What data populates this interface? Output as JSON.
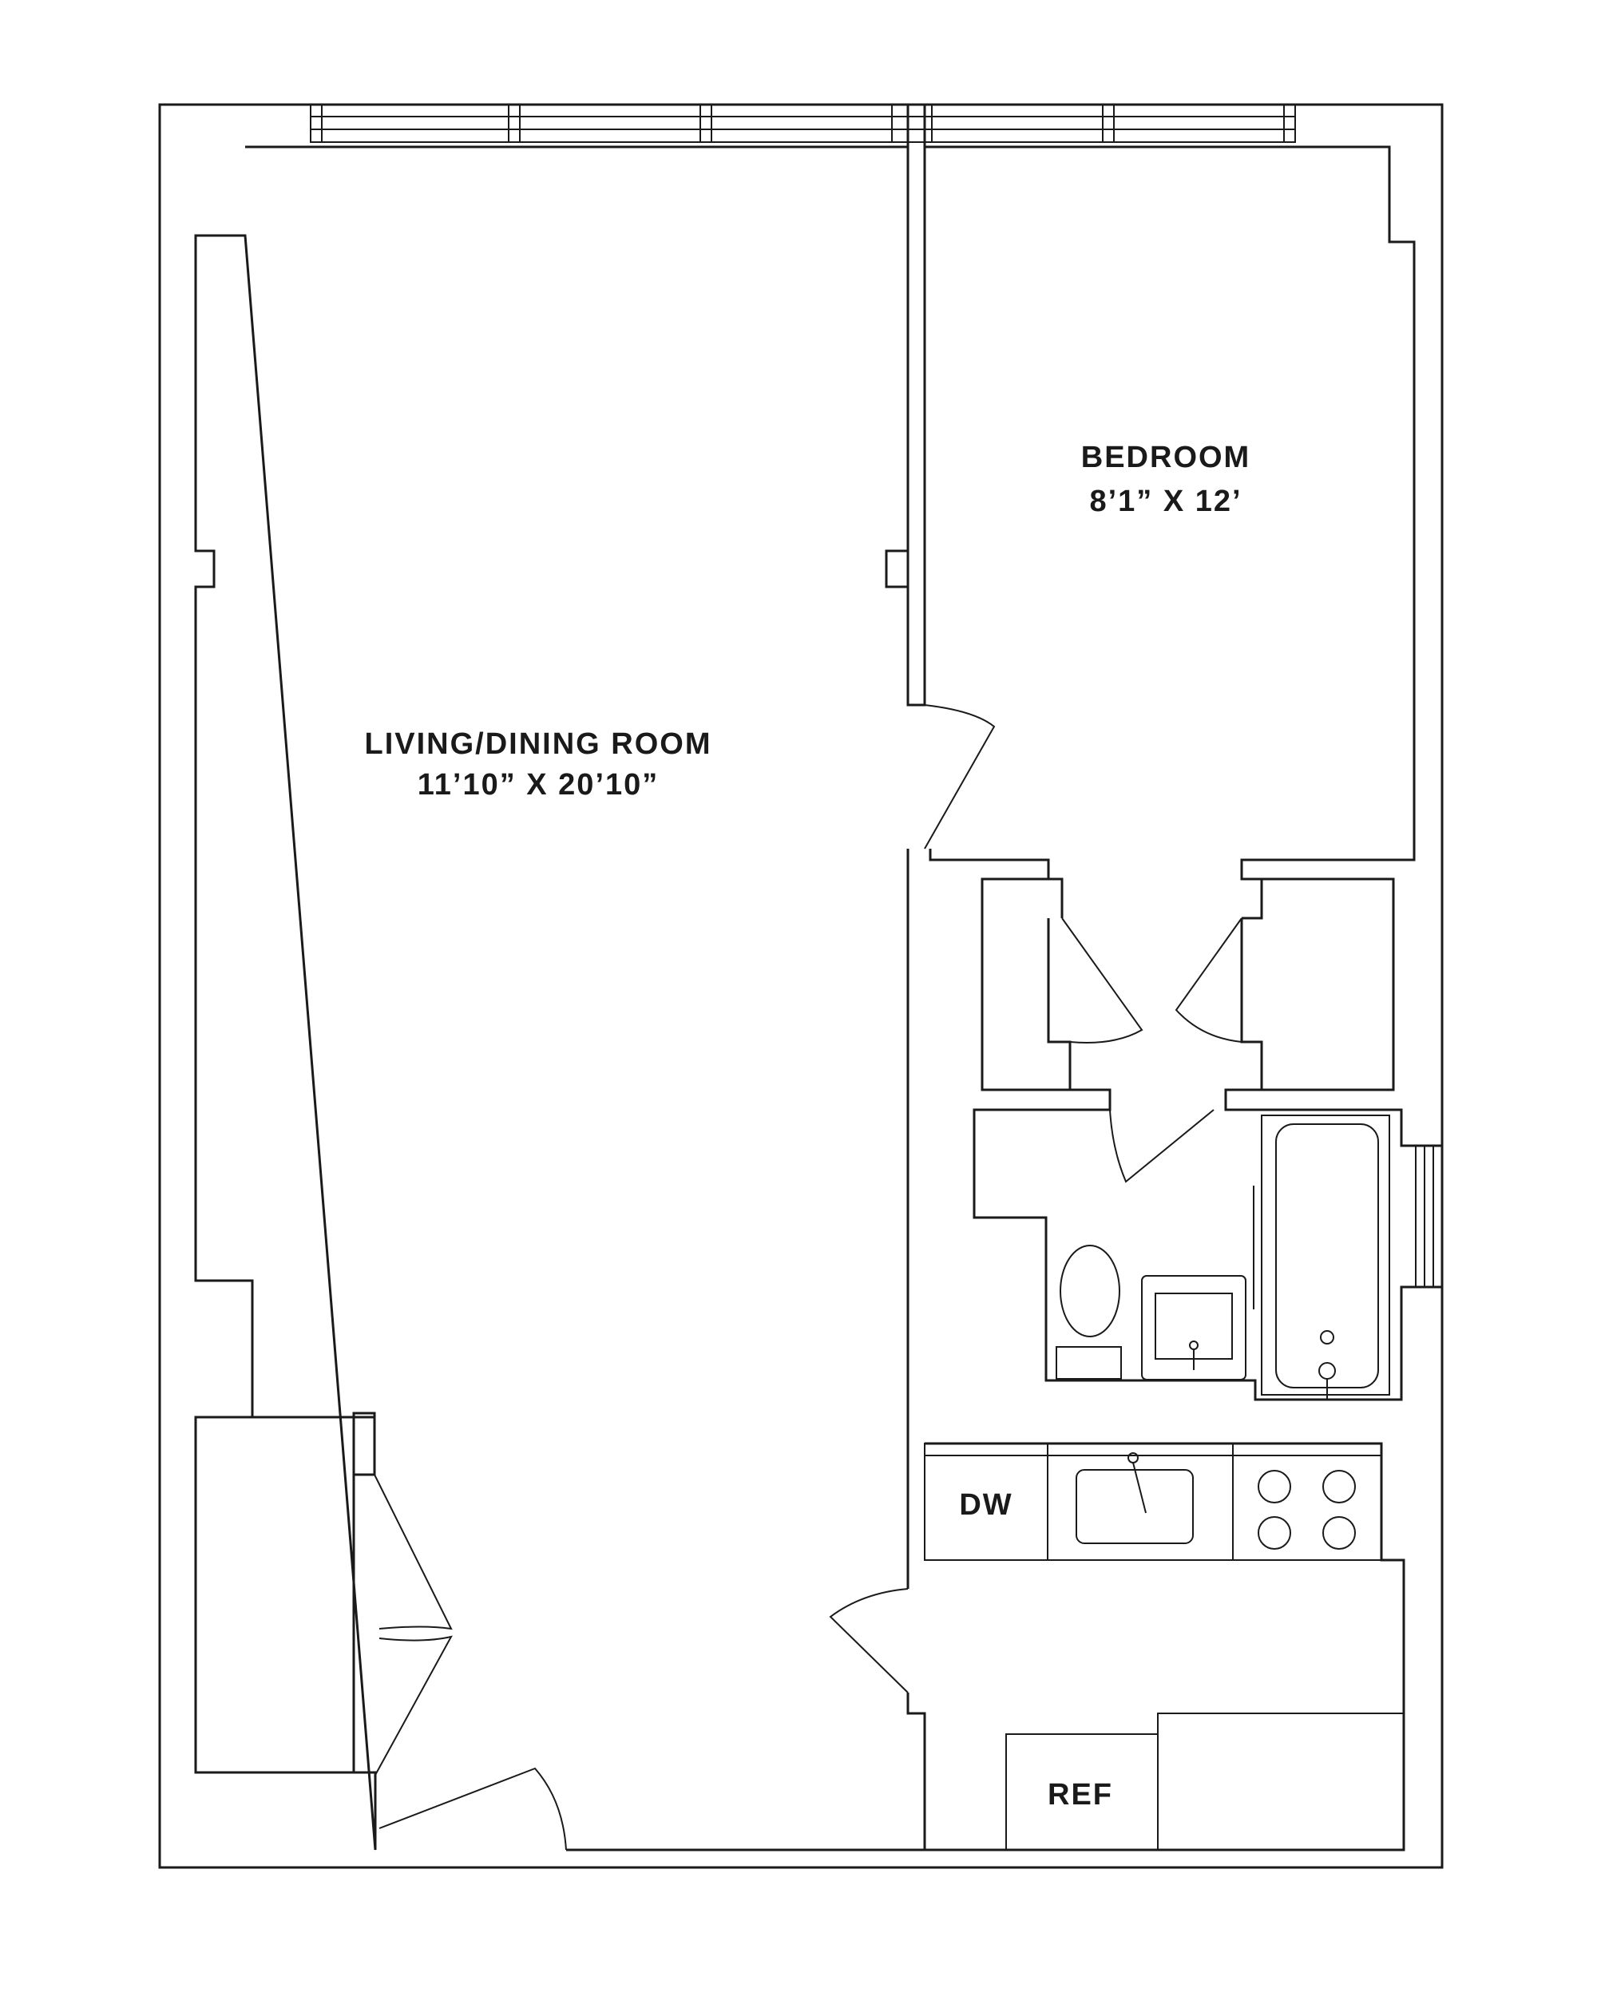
{
  "rooms": {
    "living": {
      "name": "LIVING/DINING ROOM",
      "dims": "11’10” X 20’10”"
    },
    "bedroom": {
      "name": "BEDROOM",
      "dims": "8’1” X 12’"
    }
  },
  "appliances": {
    "dishwasher": "DW",
    "refrigerator": "REF"
  },
  "colors": {
    "line": "#1a1a1a",
    "background": "#ffffff"
  }
}
